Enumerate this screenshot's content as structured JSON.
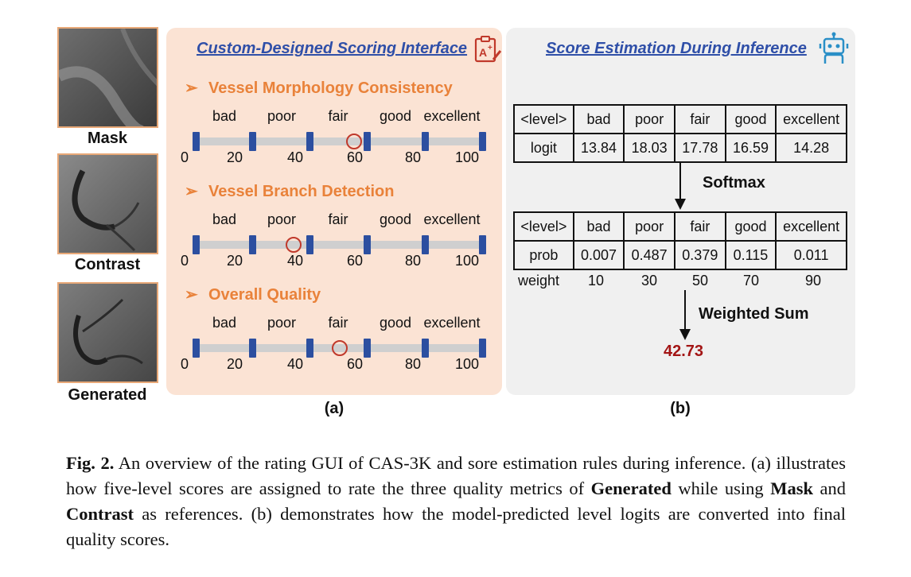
{
  "images": [
    {
      "label": "Mask",
      "icon": "angiography-mask-image"
    },
    {
      "label": "Contrast",
      "icon": "angiography-contrast-image"
    },
    {
      "label": "Generated",
      "icon": "angiography-generated-image"
    }
  ],
  "panel_a": {
    "title": "Custom-Designed Scoring Interface",
    "title_icon": "grade-sheet-icon",
    "levels": [
      "bad",
      "poor",
      "fair",
      "good",
      "excellent"
    ],
    "ticks": [
      "0",
      "20",
      "40",
      "60",
      "80",
      "100"
    ],
    "metrics": [
      {
        "name": "Vessel Morphology Consistency",
        "score": 55
      },
      {
        "name": "Vessel Branch Detection",
        "score": 34
      },
      {
        "name": "Overall Quality",
        "score": 50
      }
    ],
    "caption": "(a)"
  },
  "panel_b": {
    "title": "Score Estimation During Inference",
    "title_icon": "robot-icon",
    "table1": {
      "header": [
        "<level>",
        "bad",
        "poor",
        "fair",
        "good",
        "excellent"
      ],
      "row": [
        "logit",
        "13.84",
        "18.03",
        "17.78",
        "16.59",
        "14.28"
      ]
    },
    "op1": "Softmax",
    "table2": {
      "header": [
        "<level>",
        "bad",
        "poor",
        "fair",
        "good",
        "excellent"
      ],
      "row": [
        "prob",
        "0.007",
        "0.487",
        "0.379",
        "0.115",
        "0.011"
      ]
    },
    "weights": [
      "weight",
      "10",
      "30",
      "50",
      "70",
      "90"
    ],
    "op2": "Weighted Sum",
    "result": "42.73",
    "result_color": "#a31515",
    "caption": "(b)"
  },
  "figure_caption": {
    "label": "Fig. 2.",
    "t1": " An overview of the rating GUI of CAS-3K and sore estimation rules during inference. (a) illustrates how five-level scores are assigned to rate the three quality metrics of ",
    "b1": "Generated",
    "t2": " while using ",
    "b2": "Mask",
    "t3": " and ",
    "b3": "Contrast",
    "t4": " as references. (b) demonstrates how the model-predicted level logits are converted into final quality scores."
  }
}
